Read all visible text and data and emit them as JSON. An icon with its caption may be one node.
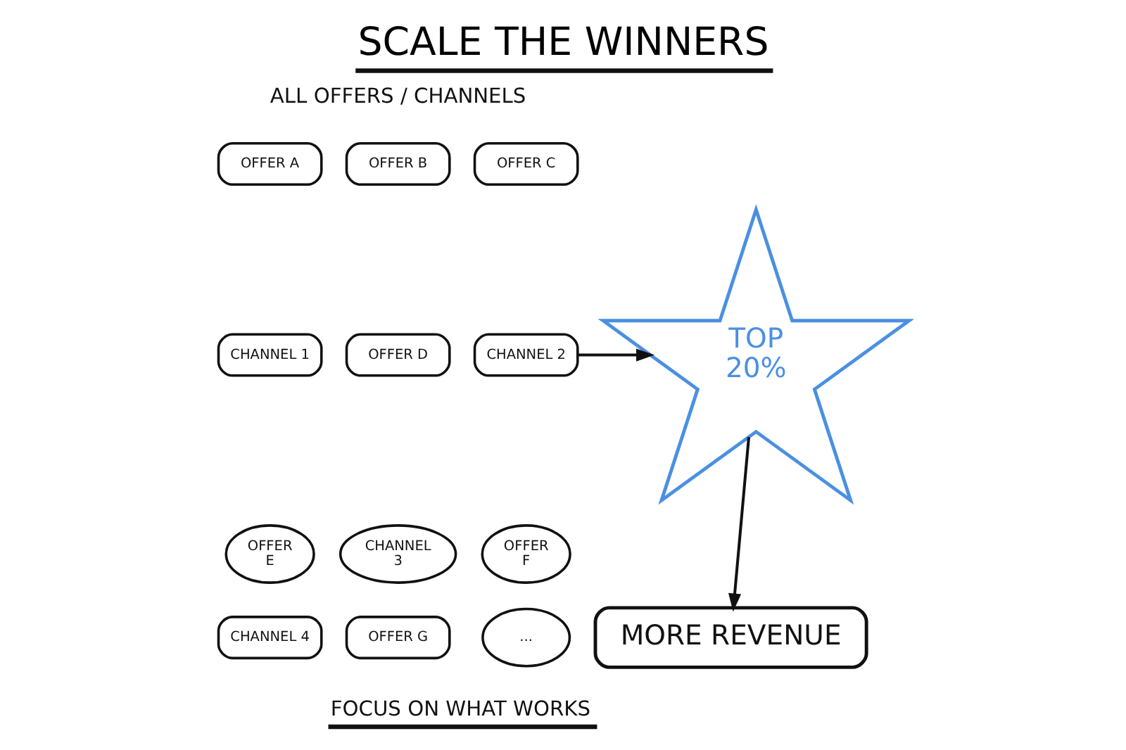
{
  "diagram": {
    "title": "SCALE THE WINNERS",
    "caption": "FOCUS ON WHAT WORKS",
    "nodes": [
      {
        "text": [
          "OFFER A"
        ]
      },
      {
        "text": [
          "OFFER B"
        ]
      },
      {
        "text": [
          "OFFER C"
        ]
      },
      {
        "text": [
          "CHANNEL 1"
        ]
      },
      {
        "text": [
          "OFFER D"
        ]
      },
      {
        "text": [
          "CHANNEL 2"
        ]
      },
      {
        "text": [
          "OFFER E"
        ]
      },
      {
        "text": [
          "CHANNEL 3"
        ]
      },
      {
        "text": [
          "OFFER F"
        ]
      },
      {
        "text": [
          "CHANNEL 4"
        ]
      },
      {
        "text": [
          "OFFER G"
        ]
      },
      {
        "text": [
          "..."
        ]
      },
      {
        "text": [
          "TOP 20%"
        ]
      },
      {
        "text": [
          "MORE REVENUE"
        ]
      }
    ],
    "edges": [
      {
        "from": 5,
        "to": 12,
        "arrow": "to"
      },
      {
        "from": 12,
        "to": 13,
        "arrow": "to"
      }
    ],
    "labels": [
      "ALL OFFERS / CHANNELS"
    ]
  }
}
